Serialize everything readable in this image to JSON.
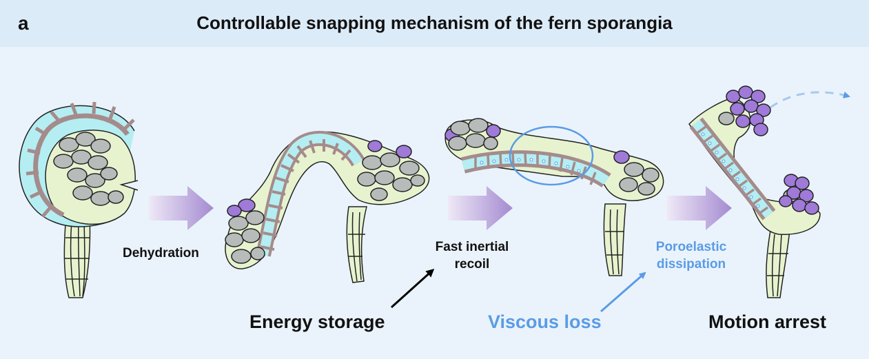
{
  "header": {
    "panel_letter": "a",
    "title": "Controllable snapping mechanism of the fern sporangia"
  },
  "steps": {
    "dehydration": "Dehydration",
    "fast_recoil_line1": "Fast inertial",
    "fast_recoil_line2": "recoil",
    "poroelastic_line1": "Poroelastic",
    "poroelastic_line2": "dissipation"
  },
  "captions": {
    "energy_storage": "Energy storage",
    "viscous_loss": "Viscous loss",
    "motion_arrest": "Motion arrest"
  },
  "colors": {
    "background": "#eaf3fb",
    "header_band": "#dcebf8",
    "capsule_fill": "#e7f3cf",
    "annulus_wall": "#a58b8b",
    "annulus_cell": "#b4eef2",
    "spore_gray": "#b7bcbb",
    "spore_purple": "#9f7ad8",
    "process_arrow": "#a98fd2",
    "highlight_blue": "#5a9be6"
  }
}
